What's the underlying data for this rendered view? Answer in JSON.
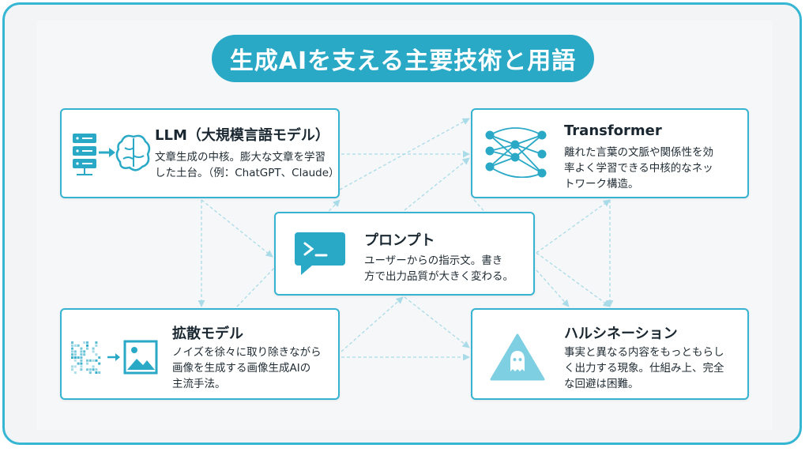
{
  "title": "生成AIを支える主要技術と用語",
  "cards": {
    "llm": {
      "title": "LLM（大規模言語モデル）",
      "desc": [
        "文章生成の中核。膨大な文章を学習",
        "した土台。（例：ChatGPT、Claude）"
      ],
      "icon": "server-to-brain-icon"
    },
    "transformer": {
      "title": "Transformer",
      "desc": [
        "離れた言葉の文脈や関係性を効",
        "率よく学習できる中核的なネッ",
        "トワーク構造。"
      ],
      "icon": "neural-network-icon"
    },
    "prompt": {
      "title": "プロンプト",
      "desc": [
        "ユーザーからの指示文。書き",
        "方で出力品質が大きく変わる。"
      ],
      "icon": "terminal-chat-icon"
    },
    "diffusion": {
      "title": "拡散モデル",
      "desc": [
        "ノイズを徐々に取り除きながら",
        "画像を生成する画像生成AIの",
        "主流手法。"
      ],
      "icon": "noise-to-image-icon"
    },
    "hallucination": {
      "title": "ハルシネーション",
      "desc": [
        "事実と異なる内容をもっともらし",
        "く出力する現象。仕組み上、完全",
        "な回避は困難。"
      ],
      "icon": "warning-ghost-icon"
    }
  },
  "colors": {
    "accent": "#2aa9c7",
    "border": "#37b3d1",
    "connector": "#a9dbe8",
    "background": "#f3f4f5"
  }
}
